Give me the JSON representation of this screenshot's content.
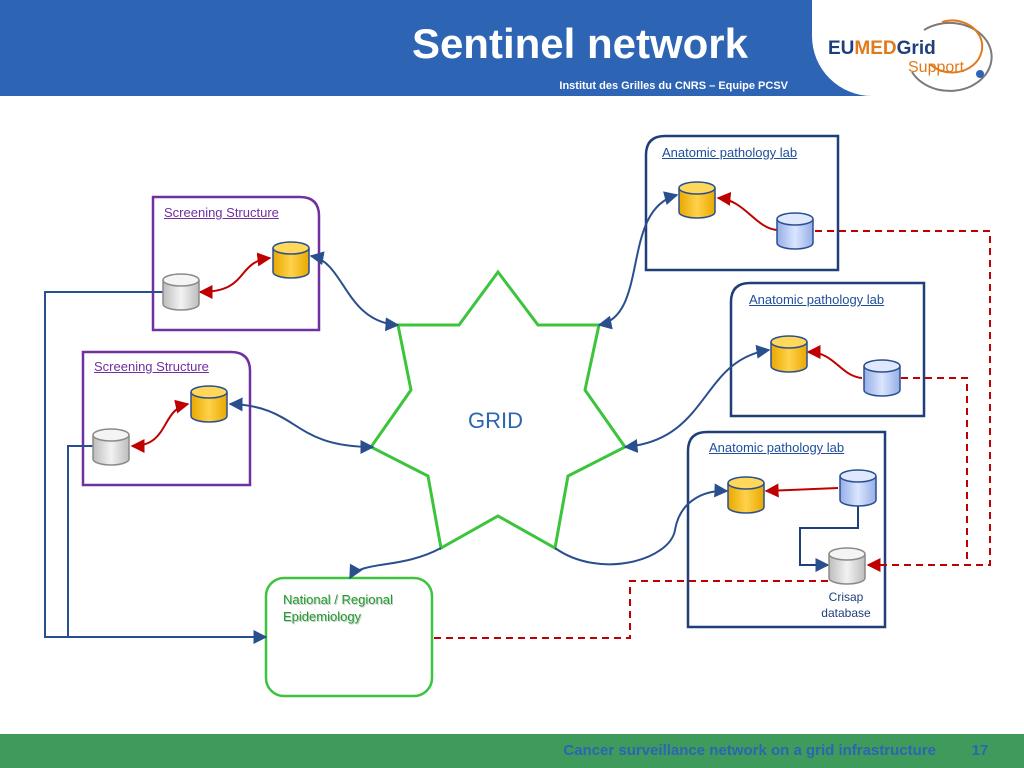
{
  "header": {
    "title": "Sentinel network",
    "subtitle": "Institut des Grilles du CNRS – Equipe PCSV",
    "logo_text_main": "EUMEDGrid",
    "logo_text_support": "Support"
  },
  "diagram": {
    "grid_label": "GRID",
    "screening_1": "Screening Structure",
    "screening_2": "Screening Structure",
    "lab_1": "Anatomic pathology lab",
    "lab_2": "Anatomic pathology lab",
    "lab_3": "Anatomic pathology lab",
    "epidemiology_line1": "National / Regional",
    "epidemiology_line2": "Epidemiology",
    "crisap_line1": "Crisap",
    "crisap_line2": "database"
  },
  "footer": {
    "text": "Cancer surveillance network on a grid infrastructure",
    "page": "17"
  },
  "colors": {
    "header_bg": "#2d64b4",
    "footer_bg": "#3e9b5c",
    "grid_star": "#3cc43c",
    "arrow_blue": "#2a4f8f",
    "arrow_red": "#c00000",
    "db_gold": "#ffc000",
    "db_gray": "#d9d9d9",
    "db_blue": "#b4c7f0"
  }
}
